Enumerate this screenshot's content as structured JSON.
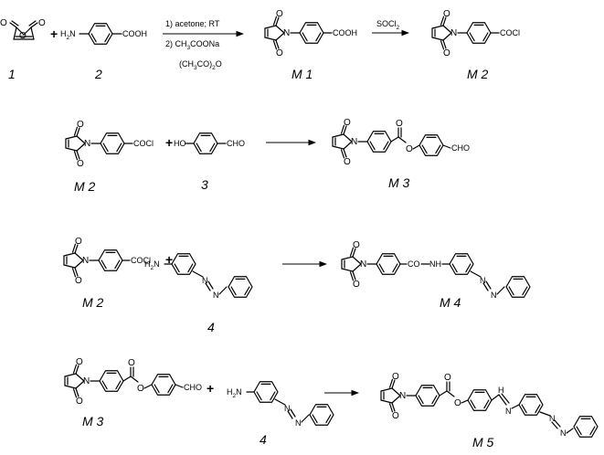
{
  "labels": {
    "c1": "1",
    "c2": "2",
    "m1": "M 1",
    "m2a": "M 2",
    "m2b": "M 2",
    "c3": "3",
    "m3a": "M 3",
    "m2c": "M 2",
    "c4a": "4",
    "m4": "M 4",
    "m3b": "M 3",
    "c4b": "4",
    "m5": "M 5"
  },
  "reaction1": {
    "condition_line1": "1) acetone; RT",
    "condition_line2_prefix": "2) CH",
    "condition_line2_sub1": "3",
    "condition_line2_suffix": "COONa",
    "condition_line3_prefix": "(CH",
    "condition_line3_sub1": "3",
    "condition_line3_mid": "CO)",
    "condition_line3_sub2": "2",
    "condition_line3_suffix": "O"
  },
  "reaction2": {
    "reagent_prefix": "SOCl",
    "reagent_sub": "2"
  },
  "atoms": {
    "o": "O",
    "n": "N",
    "nh": "NH",
    "h": "H",
    "ho": "HO",
    "h2n": "H",
    "h2n_sub": "2",
    "h2n_n": "N",
    "cooh": "COOH",
    "cocl": "COCl",
    "cho": "CHO",
    "co_nh": "CO",
    "dash": "—"
  },
  "plus_sign": "+"
}
